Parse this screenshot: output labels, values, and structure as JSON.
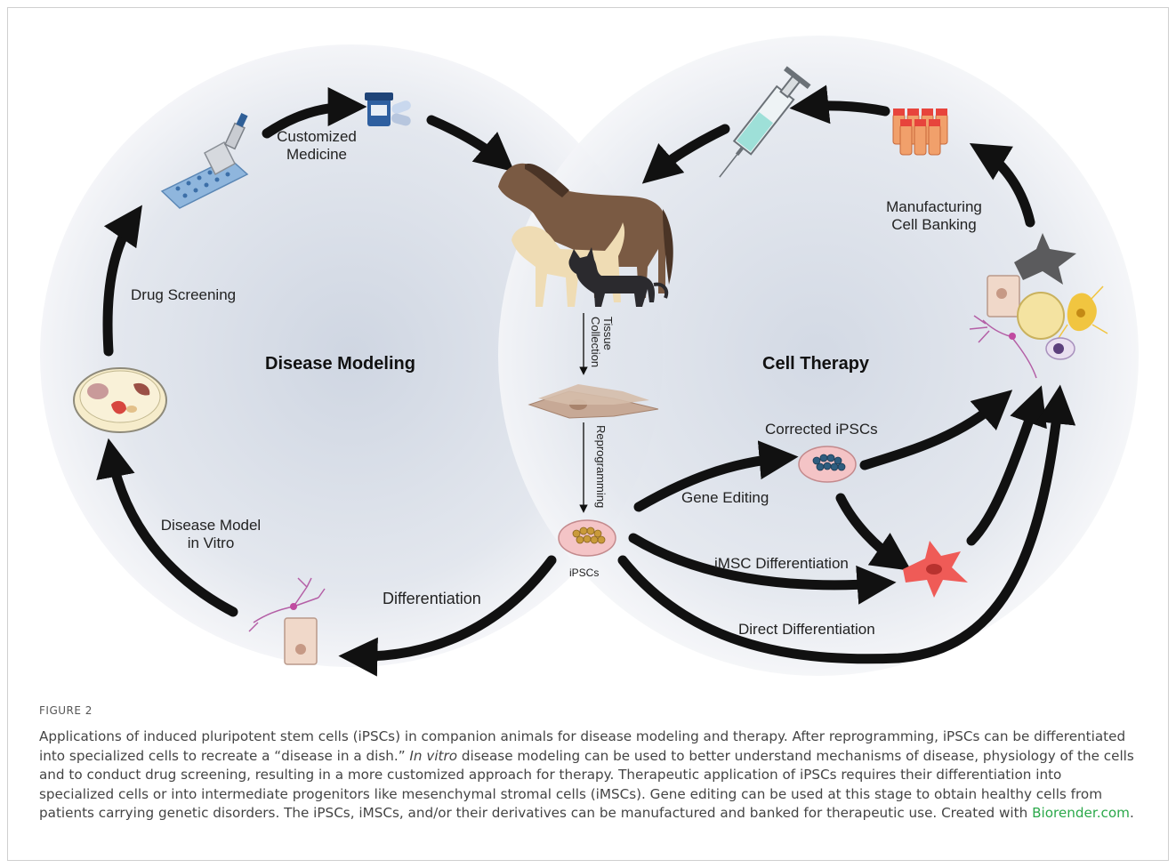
{
  "diagram": {
    "left_circle": "Disease Modeling",
    "right_circle": "Cell Therapy",
    "labels": {
      "customized_medicine": [
        "Customized",
        "Medicine"
      ],
      "drug_screening": "Drug Screening",
      "disease_model": [
        "Disease Model",
        "in Vitro"
      ],
      "differentiation": "Differentiation",
      "tissue_collection": [
        "Tissue",
        "Collection"
      ],
      "reprogramming": "Reprogramming",
      "ipscs": "iPSCs",
      "corrected_ipscs": "Corrected iPSCs",
      "gene_editing": "Gene Editing",
      "imsc_differentiation": "iMSC Differentiation",
      "direct_differentiation": "Direct Differentiation",
      "manufacturing": [
        "Manufacturing",
        "Cell Banking"
      ]
    },
    "icons": [
      "pipette-plate-icon",
      "pills-icon",
      "animals-icon",
      "syringe-icon",
      "tubes-icon",
      "fibroblast-icon",
      "ipsc-dish-icon",
      "corrected-dish-icon",
      "msc-cell-icon",
      "specialized-cells-icon",
      "neuron-cells-icon",
      "organ-dish-icon"
    ],
    "colors": {
      "circle_fill": "#dde2ea",
      "arrow": "#111111",
      "dish_pink": "#f4c4c6",
      "msc_red": "#ef5b57"
    }
  },
  "caption": {
    "label": "FIGURE 2",
    "text_1": "Applications of induced pluripotent stem cells (iPSCs) in companion animals for disease modeling and therapy. After reprogramming, iPSCs can be differentiated into specialized cells to recreate a “disease in a dish.” ",
    "italic": "In vitro",
    "text_2": " disease modeling can be used to better understand mechanisms of disease, physiology of the cells and to conduct drug screening, resulting in a more customized approach for therapy. Therapeutic application of iPSCs requires their differentiation into specialized cells or into intermediate progenitors like mesenchymal stromal cells (iMSCs). Gene editing can be used at this stage to obtain healthy cells from patients carrying genetic disorders. The iPSCs, iMSCs, and/or their derivatives can be manufactured and banked for therapeutic use. Created with ",
    "link": "Biorender.com",
    "end": "."
  }
}
